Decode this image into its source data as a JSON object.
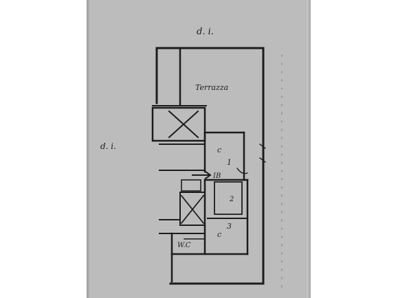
{
  "plan": {
    "top_label": "d. i.",
    "left_label": "d. i.",
    "terrace_label": "Terrazza",
    "room_c_label": "c",
    "room_1_label": "1",
    "entrance_label": "IB",
    "room_2_label": "2",
    "room_c3_c_label": "c",
    "room_3_label": "3",
    "wc_label": "W.C"
  },
  "colors": {
    "paper": "#bcbcbc",
    "ink": "#1c1c1c",
    "background": "#ffffff"
  }
}
